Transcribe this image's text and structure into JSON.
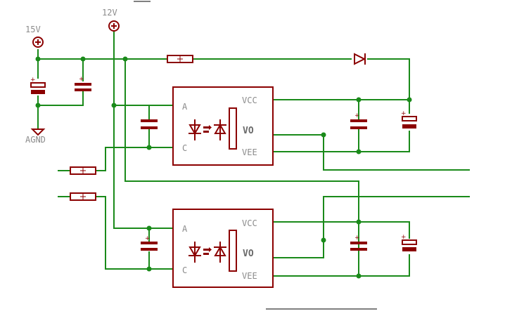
{
  "labels": {
    "v12": "12V",
    "v15": "15V",
    "agnd": "AGND"
  },
  "optos": [
    {
      "pin_a": "A",
      "pin_c": "C",
      "pin_vcc": "VCC",
      "pin_vo": "VO",
      "pin_vee": "VEE"
    },
    {
      "pin_a": "A",
      "pin_c": "C",
      "pin_vcc": "VCC",
      "pin_vo": "VO",
      "pin_vee": "VEE"
    }
  ],
  "colors": {
    "wire": "#1a8a1a",
    "component": "#8b0000",
    "text": "#8b8b8b",
    "junction": "#1a8a1a"
  }
}
